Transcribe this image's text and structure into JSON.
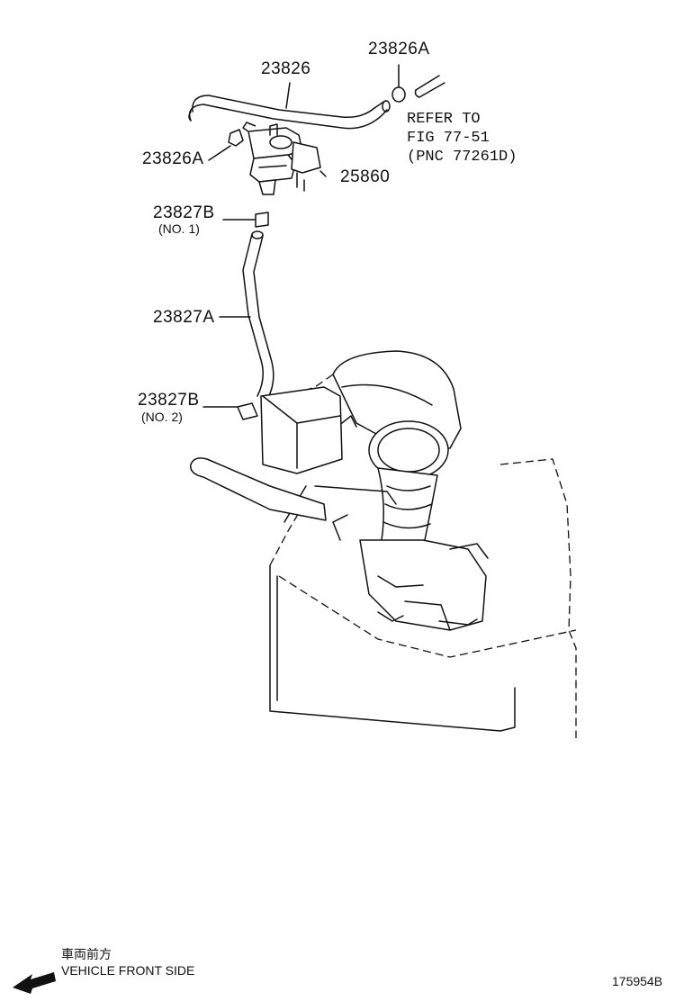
{
  "parts": {
    "hose_main": "23826",
    "clamp_top_right": "23826A",
    "clamp_left": "23826A",
    "vsv": "25860",
    "clamp_no1": "23827B",
    "clamp_no1_note": "(NO. 1)",
    "hose_lower": "23827A",
    "clamp_no2": "23827B",
    "clamp_no2_note": "(NO. 2)"
  },
  "reference": {
    "line1": "REFER TO",
    "line2": "FIG 77-51",
    "line3": "(PNC 77261D)"
  },
  "footer": {
    "direction_jp": "車両前方",
    "direction_en": "VEHICLE FRONT SIDE",
    "figure_id": "175954B"
  }
}
